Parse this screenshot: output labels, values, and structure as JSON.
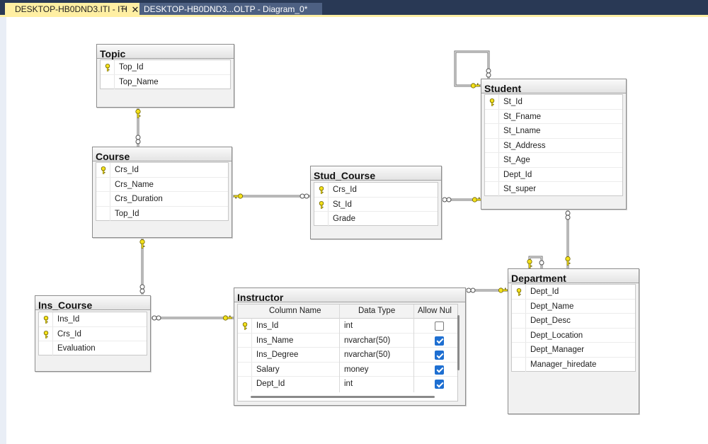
{
  "tabs": {
    "active": "DESKTOP-HB0DND3.ITI - ITI",
    "inactive": "DESKTOP-HB0DND3...OLTP - Diagram_0*",
    "pin_glyph": "⊸",
    "close_glyph": "✕"
  },
  "colors": {
    "key": "#f5e21b",
    "key_outline": "#6b6000",
    "line": "#707070",
    "tab_active": "#ffefa3",
    "tab_bar": "#293955"
  },
  "tables": {
    "topic": {
      "title": "Topic",
      "columns": [
        {
          "name": "Top_Id",
          "pk": true
        },
        {
          "name": "Top_Name",
          "pk": false
        }
      ]
    },
    "course": {
      "title": "Course",
      "columns": [
        {
          "name": "Crs_Id",
          "pk": true
        },
        {
          "name": "Crs_Name",
          "pk": false
        },
        {
          "name": "Crs_Duration",
          "pk": false
        },
        {
          "name": "Top_Id",
          "pk": false
        }
      ]
    },
    "stud_course": {
      "title": "Stud_Course",
      "columns": [
        {
          "name": "Crs_Id",
          "pk": true
        },
        {
          "name": "St_Id",
          "pk": true
        },
        {
          "name": "Grade",
          "pk": false
        }
      ]
    },
    "student": {
      "title": "Student",
      "columns": [
        {
          "name": "St_Id",
          "pk": true
        },
        {
          "name": "St_Fname",
          "pk": false
        },
        {
          "name": "St_Lname",
          "pk": false
        },
        {
          "name": "St_Address",
          "pk": false
        },
        {
          "name": "St_Age",
          "pk": false
        },
        {
          "name": "Dept_Id",
          "pk": false
        },
        {
          "name": "St_super",
          "pk": false
        }
      ]
    },
    "ins_course": {
      "title": "Ins_Course",
      "columns": [
        {
          "name": "Ins_Id",
          "pk": true
        },
        {
          "name": "Crs_Id",
          "pk": true
        },
        {
          "name": "Evaluation",
          "pk": false
        }
      ]
    },
    "instructor": {
      "title": "Instructor",
      "headers": {
        "column_name": "Column Name",
        "data_type": "Data Type",
        "allow_nulls": "Allow Nul"
      },
      "rows": [
        {
          "name": "Ins_Id",
          "type": "int",
          "nullable": false,
          "pk": true
        },
        {
          "name": "Ins_Name",
          "type": "nvarchar(50)",
          "nullable": true,
          "pk": false
        },
        {
          "name": "Ins_Degree",
          "type": "nvarchar(50)",
          "nullable": true,
          "pk": false
        },
        {
          "name": "Salary",
          "type": "money",
          "nullable": true,
          "pk": false
        },
        {
          "name": "Dept_Id",
          "type": "int",
          "nullable": true,
          "pk": false
        }
      ]
    },
    "department": {
      "title": "Department",
      "columns": [
        {
          "name": "Dept_Id",
          "pk": true
        },
        {
          "name": "Dept_Name",
          "pk": false
        },
        {
          "name": "Dept_Desc",
          "pk": false
        },
        {
          "name": "Dept_Location",
          "pk": false
        },
        {
          "name": "Dept_Manager",
          "pk": false
        },
        {
          "name": "Manager_hiredate",
          "pk": false
        }
      ]
    }
  },
  "relationships": [
    {
      "name": "topic-course",
      "one": "Topic",
      "many": "Course"
    },
    {
      "name": "course-stud_course",
      "one": "Course",
      "many": "Stud_Course"
    },
    {
      "name": "student-stud_course",
      "one": "Student",
      "many": "Stud_Course"
    },
    {
      "name": "course-ins_course",
      "one": "Course",
      "many": "Ins_Course"
    },
    {
      "name": "instructor-ins_course",
      "one": "Instructor",
      "many": "Ins_Course"
    },
    {
      "name": "department-student",
      "one": "Department",
      "many": "Student"
    },
    {
      "name": "department-instructor",
      "one": "Department",
      "many": "Instructor"
    },
    {
      "name": "student-self",
      "one": "Student",
      "many": "Student"
    },
    {
      "name": "department-self",
      "one": "Department",
      "many": "Department"
    }
  ]
}
